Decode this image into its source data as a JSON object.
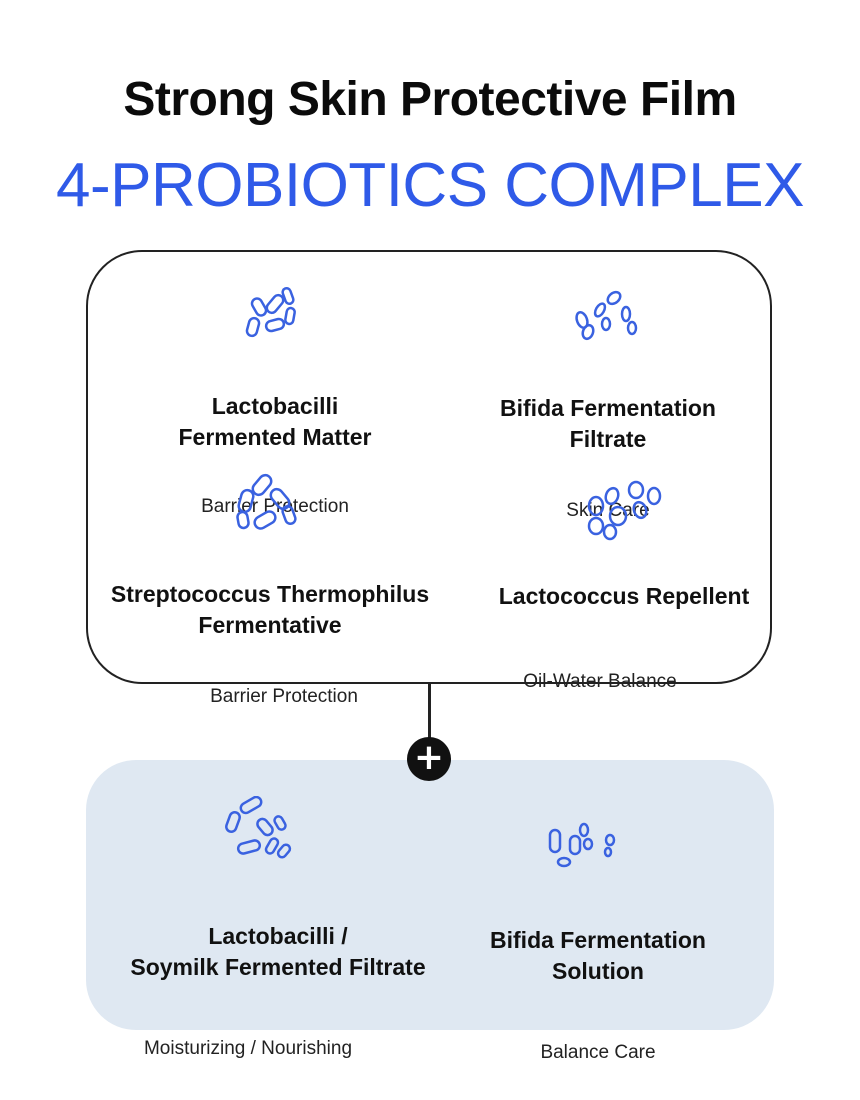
{
  "header": {
    "title": "Strong Skin Protective Film",
    "subtitle": "4-PROBIOTICS COMPLEX"
  },
  "colors": {
    "accent_blue": "#2f5ae8",
    "icon_blue": "#3a62e0",
    "panel_blue": "#dfe8f2"
  },
  "probiotics": [
    {
      "name_line1": "Lactobacilli",
      "name_line2": "Fermented Matter",
      "benefit": "Barrier Protection",
      "icon": "bacteria-cluster-icon"
    },
    {
      "name_line1": "Bifida Fermentation",
      "name_line2": "Filtrate",
      "benefit": "Skin Care",
      "icon": "bacteria-chain-icon"
    },
    {
      "name_line1": "Streptococcus Thermophilus",
      "name_line2": "Fermentative",
      "benefit": "Barrier Protection",
      "icon": "bacteria-rods-icon"
    },
    {
      "name_line1": "Lactococcus Repellent",
      "name_line2": "",
      "benefit": "Oil-Water Balance",
      "icon": "bacteria-cocci-icon"
    }
  ],
  "additional": [
    {
      "name_line1": "Lactobacilli /",
      "name_line2": "Soymilk Fermented Filtrate",
      "benefit": "Moisturizing / Nourishing",
      "icon": "bacteria-rods-icon"
    },
    {
      "name_line1": "Bifida Fermentation",
      "name_line2": "Solution",
      "benefit": "Balance Care",
      "icon": "bacteria-small-icon"
    }
  ],
  "plus_symbol": "+"
}
